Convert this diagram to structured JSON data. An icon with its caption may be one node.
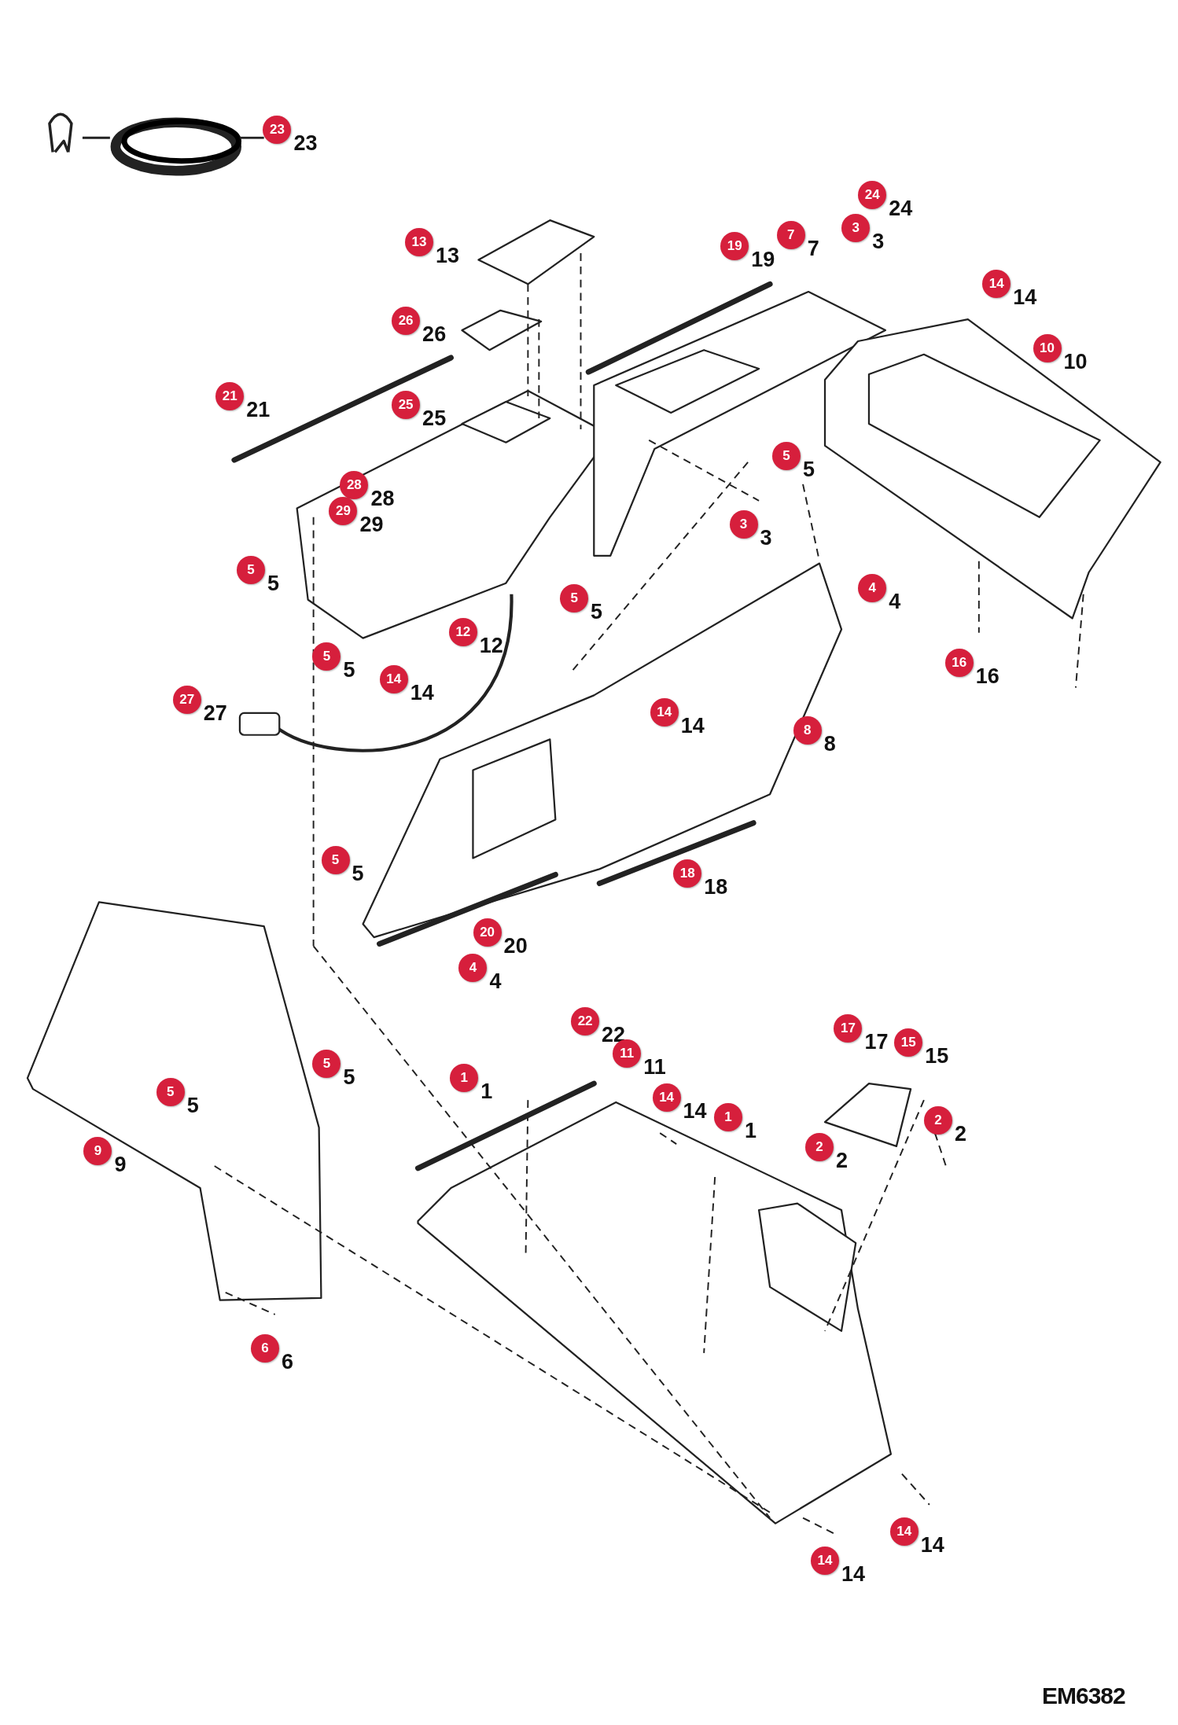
{
  "diagram": {
    "labels": [
      "23",
      "23",
      "13",
      "13",
      "26",
      "26",
      "21",
      "21",
      "25",
      "25",
      "28",
      "28",
      "29",
      "29",
      "19",
      "19",
      "7",
      "7",
      "3",
      "3",
      "24",
      "24",
      "14",
      "14",
      "10",
      "10",
      "5",
      "5",
      "3",
      "3",
      "5",
      "5",
      "4",
      "4",
      "5",
      "5",
      "12",
      "12",
      "16",
      "16",
      "5",
      "5",
      "14",
      "14",
      "27",
      "27",
      "14",
      "14",
      "8",
      "8",
      "5",
      "5",
      "18",
      "18",
      "20",
      "20",
      "4",
      "4",
      "22",
      "22",
      "17",
      "17",
      "15",
      "15",
      "11",
      "11",
      "5",
      "5",
      "1",
      "1",
      "5",
      "5",
      "14",
      "14",
      "1",
      "1",
      "2",
      "2",
      "9",
      "9",
      "2",
      "2",
      "6",
      "6",
      "14",
      "14",
      "14",
      "14",
      "EM6382"
    ]
  }
}
